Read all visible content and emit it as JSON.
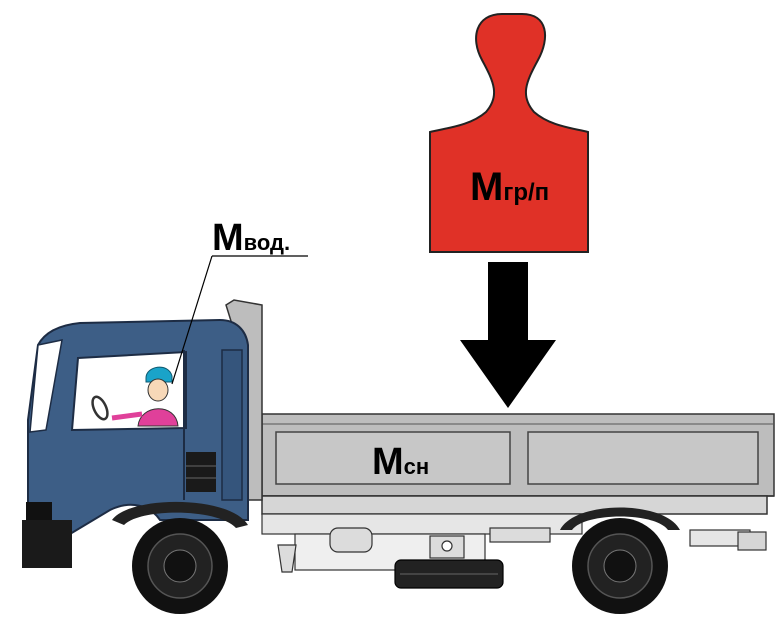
{
  "labels": {
    "driver_mass": {
      "main": "M",
      "sub": "вод."
    },
    "cargo_mass": {
      "main": "M",
      "sub": "гр/п"
    },
    "vehicle_mass": {
      "main": "M",
      "sub": "сн"
    }
  },
  "colors": {
    "weight": "#e03127",
    "cab": "#3d5e86",
    "body": "#bdbdbd",
    "arrow": "#000000",
    "helmet": "#1aa3c9",
    "shirt": "#e0409a"
  }
}
